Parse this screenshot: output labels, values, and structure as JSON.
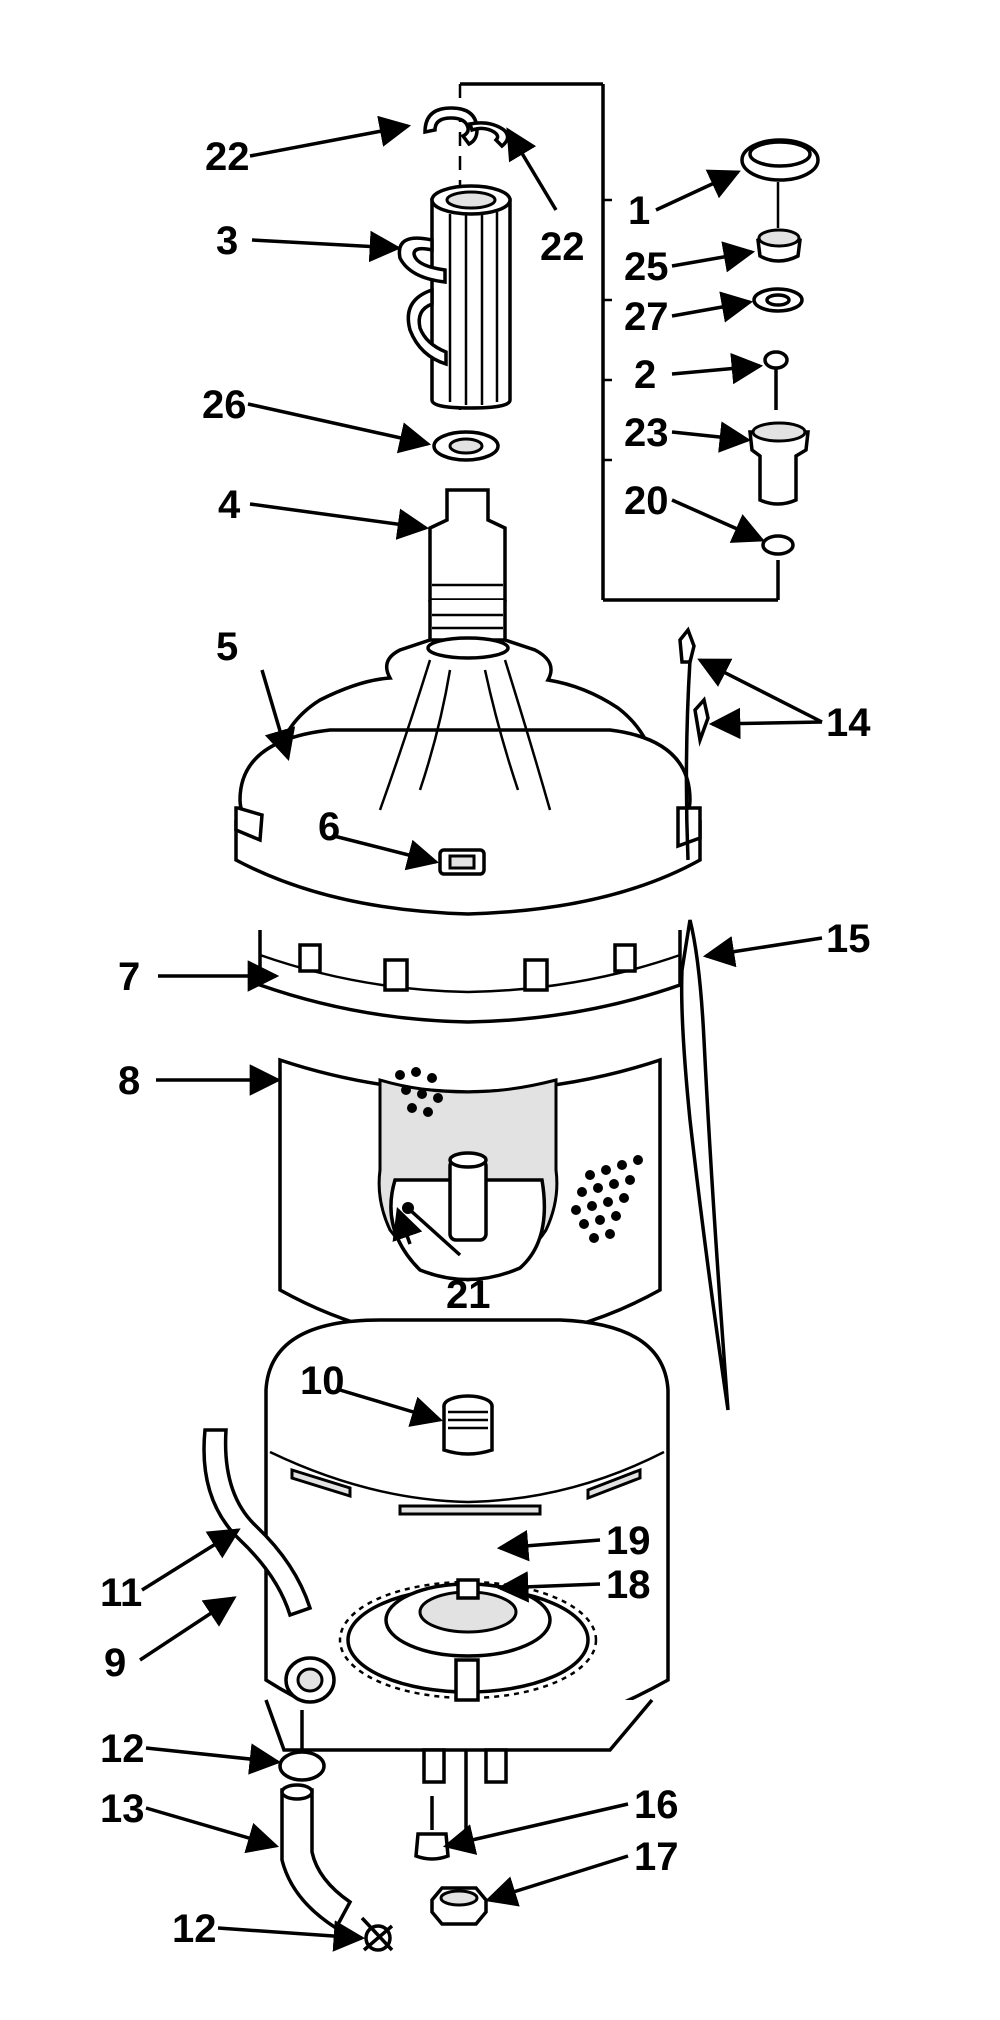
{
  "diagram": {
    "type": "exploded-parts-diagram",
    "colors": {
      "ink": "#000000",
      "paper": "#ffffff",
      "tone": "#e2e2e2"
    },
    "callouts": [
      {
        "id": "c1",
        "text": "1"
      },
      {
        "id": "c2",
        "text": "2"
      },
      {
        "id": "c3",
        "text": "3"
      },
      {
        "id": "c4",
        "text": "4"
      },
      {
        "id": "c5",
        "text": "5"
      },
      {
        "id": "c6",
        "text": "6"
      },
      {
        "id": "c7",
        "text": "7"
      },
      {
        "id": "c8",
        "text": "8"
      },
      {
        "id": "c9",
        "text": "9"
      },
      {
        "id": "c10",
        "text": "10"
      },
      {
        "id": "c11",
        "text": "11"
      },
      {
        "id": "c12a",
        "text": "12"
      },
      {
        "id": "c12b",
        "text": "12"
      },
      {
        "id": "c13",
        "text": "13"
      },
      {
        "id": "c14",
        "text": "14"
      },
      {
        "id": "c15",
        "text": "15"
      },
      {
        "id": "c16",
        "text": "16"
      },
      {
        "id": "c17",
        "text": "17"
      },
      {
        "id": "c18",
        "text": "18"
      },
      {
        "id": "c19",
        "text": "19"
      },
      {
        "id": "c20",
        "text": "20"
      },
      {
        "id": "c21",
        "text": "21"
      },
      {
        "id": "c22a",
        "text": "22"
      },
      {
        "id": "c22b",
        "text": "22"
      },
      {
        "id": "c23",
        "text": "23"
      },
      {
        "id": "c25",
        "text": "25"
      },
      {
        "id": "c26",
        "text": "26"
      },
      {
        "id": "c27",
        "text": "27"
      }
    ]
  }
}
